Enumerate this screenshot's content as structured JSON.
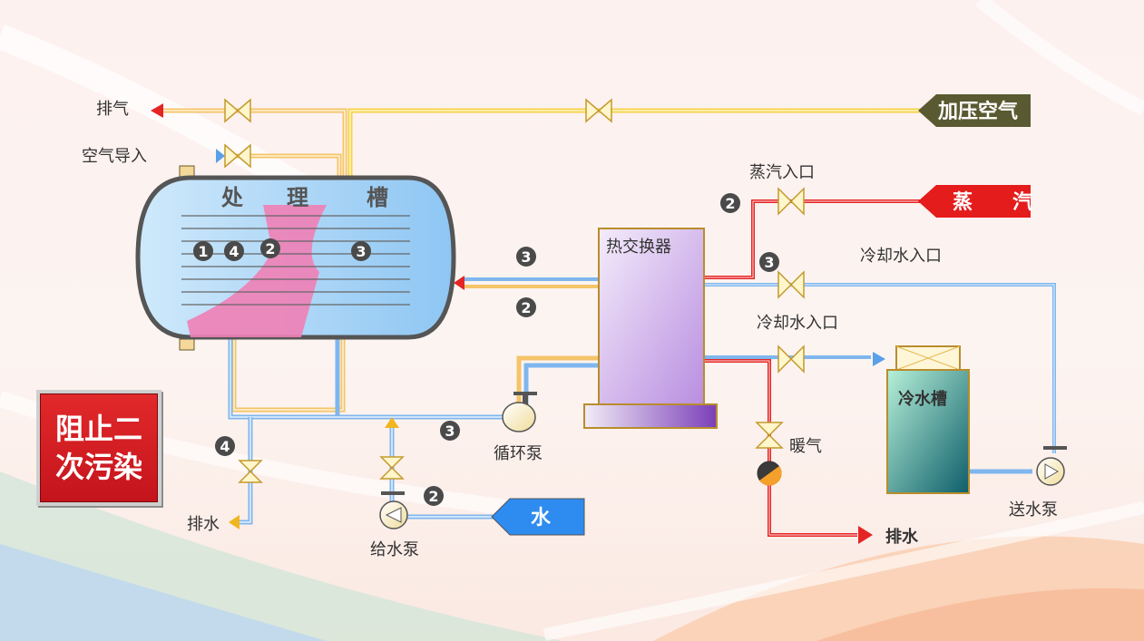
{
  "tank": {
    "title_chars": [
      "处",
      "理",
      "槽"
    ],
    "badges": [
      "1",
      "4",
      "2",
      "3"
    ]
  },
  "labels": {
    "exhaust": "排气",
    "air_in": "空气导入",
    "pressurized_air": "加压空气",
    "steam_inlet": "蒸汽入口",
    "steam": "蒸　　汽",
    "heat_exchanger": "热交换器",
    "cooling_water_inlet_1": "冷却水入口",
    "cooling_water_inlet_2": "冷却水入口",
    "cold_water_tank": "冷水槽",
    "circulation_pump": "循环泵",
    "heating": "暖气",
    "drain_left": "排水",
    "drain_right": "排水",
    "feed_pump": "给水泵",
    "water": "水",
    "supply_pump": "送水泵"
  },
  "badges": {
    "steam_line": "2",
    "cooling_line": "3",
    "tank_return_3": "3",
    "tank_return_2": "2",
    "drain_line": "4",
    "circ_line": "3",
    "feed_line": "2"
  },
  "callout": "阻止二次污染",
  "colors": {
    "pressurized_air_tag": "#5a5a32",
    "steam_tag": "#e51c1c",
    "water_tag": "#2e8bf0",
    "callout_bg": "#d41b22",
    "badge": "#4a4a4a",
    "yellow_pipe": "#f5d24a",
    "blue_pipe": "#7fb6ee",
    "red_pipe": "#e52525"
  }
}
